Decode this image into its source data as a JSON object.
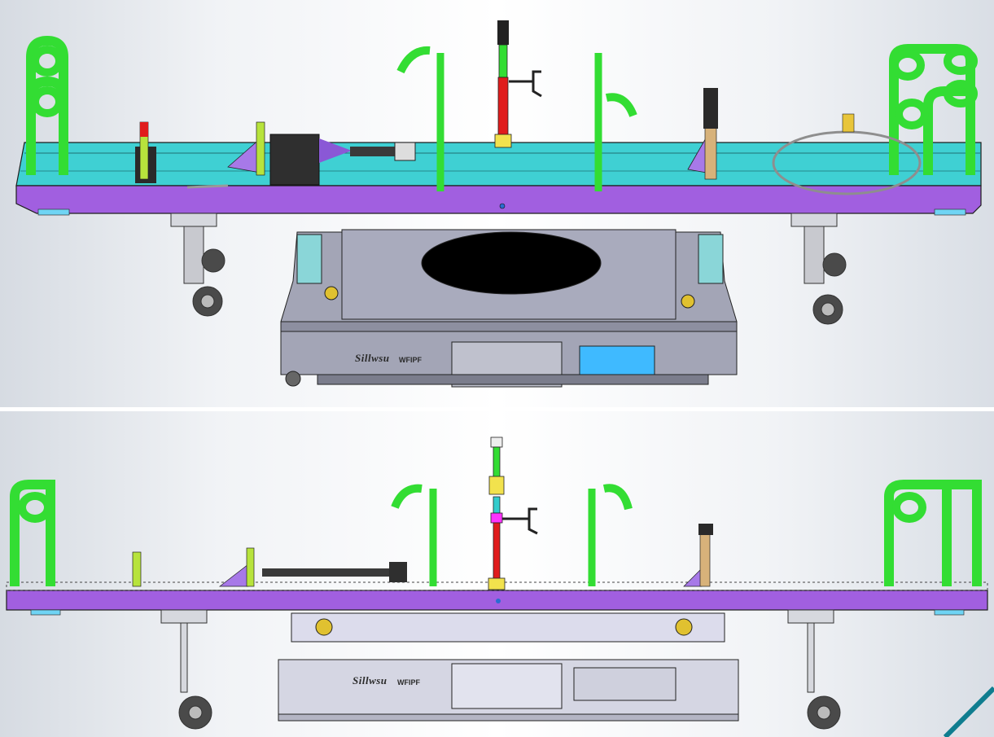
{
  "views": {
    "top": {
      "logo": "Sillwsu",
      "model": "WFIPF"
    },
    "bottom": {
      "logo": "Sillwsu",
      "model": "WFIPF"
    }
  },
  "colors": {
    "fixture_plate": "#33cccc",
    "frame_rail": "#a15fe0",
    "green_posts": "#33dd33",
    "red_post": "#e01c1c",
    "agv_body": "#9fa1b3",
    "screen": "#33bbff",
    "corner_accent": "#0f7d8f"
  }
}
